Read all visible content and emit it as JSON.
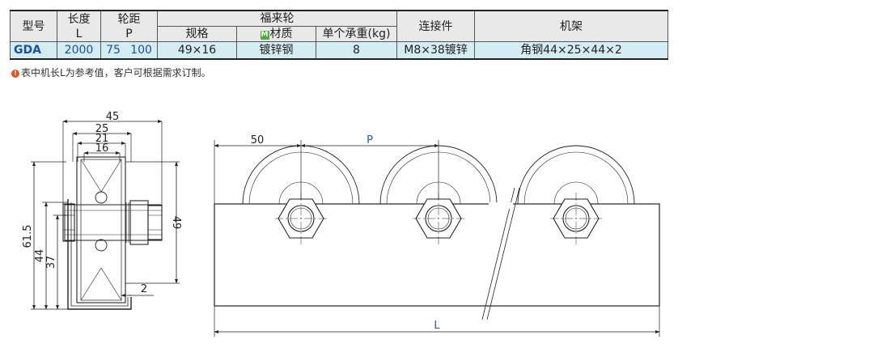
{
  "table": {
    "headers": {
      "model": "型号",
      "length": "长度",
      "length_sym": "L",
      "pitch": "轮距",
      "pitch_sym": "P",
      "wheel": "福来轮",
      "spec": "规格",
      "material_badge": "M",
      "material": "材质",
      "load": "单个承重(kg)",
      "connector": "连接件",
      "frame": "机架"
    },
    "row": {
      "model": "GDA",
      "length": "2000",
      "pitch_a": "75",
      "pitch_b": "100",
      "spec": "49×16",
      "material": "镀锌钢",
      "load": "8",
      "connector": "M8×38镀锌",
      "frame": "角钢44×25×44×2"
    }
  },
  "note": {
    "icon": "!",
    "text": "表中机长L为参考值，客户可根据需求订制。"
  },
  "side_view": {
    "dim_45": "45",
    "dim_25": "25",
    "dim_21": "21",
    "dim_16": "16",
    "dim_61_5": "61.5",
    "dim_44": "44",
    "dim_37": "37",
    "dim_49": "49",
    "dim_2": "2"
  },
  "front_view": {
    "dim_50": "50",
    "dim_p": "P",
    "dim_l": "L"
  },
  "colors": {
    "row_bg": "#d4edf2",
    "header_bg": "#e9e9e9",
    "accent_blue": "#1a5fb4",
    "material_badge": "#4cae3a",
    "note_icon": "#e05420"
  }
}
